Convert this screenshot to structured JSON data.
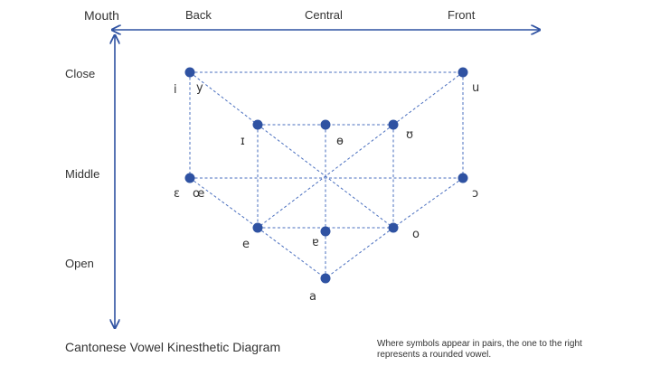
{
  "axes": {
    "mouth": "Mouth",
    "back": "Back",
    "central": "Central",
    "front": "Front",
    "close": "Close",
    "middle": "Middle",
    "open": "Open"
  },
  "title": "Cantonese Vowel Kinesthetic Diagram",
  "note": "Where symbols appear in pairs, the one to the right represents a rounded vowel.",
  "colors": {
    "point": "#2f52a2",
    "grid_line": "#4a6fbf",
    "axis": "#2f52a2"
  },
  "vowels": [
    {
      "id": "i-y",
      "symbols": [
        "i",
        "y"
      ]
    },
    {
      "id": "u",
      "symbols": [
        "u"
      ]
    },
    {
      "id": "ɪ",
      "symbols": [
        "ɪ"
      ]
    },
    {
      "id": "ɵ",
      "symbols": [
        "ɵ"
      ]
    },
    {
      "id": "ʊ",
      "symbols": [
        "ʊ"
      ]
    },
    {
      "id": "ɛ-œ",
      "symbols": [
        "ɛ",
        "œ"
      ]
    },
    {
      "id": "ɔ",
      "symbols": [
        "ɔ"
      ]
    },
    {
      "id": "e",
      "symbols": [
        "e"
      ]
    },
    {
      "id": "ɐ",
      "symbols": [
        "ɐ"
      ]
    },
    {
      "id": "o",
      "symbols": [
        "o"
      ]
    },
    {
      "id": "a",
      "symbols": [
        "a"
      ]
    }
  ]
}
